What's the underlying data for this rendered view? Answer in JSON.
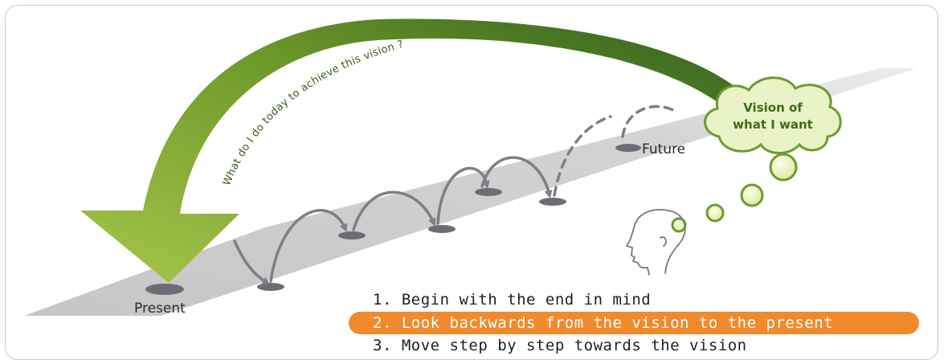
{
  "labels": {
    "present": "Present",
    "future": "Future",
    "cloud_line1": "Vision of",
    "cloud_line2": "what I want",
    "arc_question": "What do I do today to achieve this vision ?"
  },
  "steps": [
    {
      "text": "1. Begin with the end in mind",
      "highlighted": false
    },
    {
      "text": "2. Look backwards from the vision to the present",
      "highlighted": true
    },
    {
      "text": "3. Move step by step towards the vision",
      "highlighted": false
    }
  ],
  "colors": {
    "arrow_green": "#8db53a",
    "arrow_dark": "#3f6a1f",
    "road_gray": "#d0d0d0",
    "hop_gray": "#7c7f86",
    "highlight_orange": "#f18a2d",
    "cloud_fill": "#eaf3c8",
    "cloud_stroke": "#6f9a2e"
  }
}
